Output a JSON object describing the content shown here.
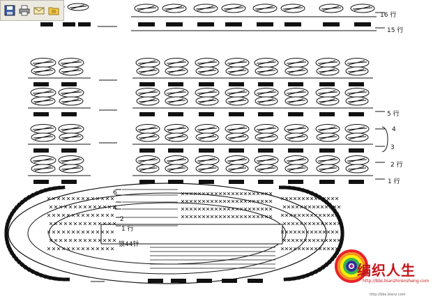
{
  "toolbar": {
    "buttons": [
      {
        "icon": "save-icon"
      },
      {
        "icon": "print-icon"
      },
      {
        "icon": "mail-icon"
      },
      {
        "icon": "folder-icon"
      }
    ]
  },
  "diagram": {
    "right_labels": [
      {
        "text": "16 行",
        "row": 16
      },
      {
        "text": "15 行",
        "row": 15
      },
      {
        "text": "5 行",
        "row": 5
      },
      {
        "text": "4",
        "row": 4
      },
      {
        "text": "3",
        "row": 3
      },
      {
        "text": "2 行",
        "row": 2
      },
      {
        "text": "1 行",
        "row": 1
      }
    ],
    "left_labels": [
      {
        "text": "6",
        "row": 6
      },
      {
        "text": "4",
        "row": 4
      },
      {
        "text": "2",
        "row": 2
      },
      {
        "text": "1 行",
        "row": 1
      }
    ],
    "stitch_count": "锁44针"
  },
  "logo": {
    "text": "编织人生",
    "url": "http://bbs.bianzhirensheng.com",
    "url2": "http://bbs.bianz.com"
  },
  "colors": {
    "ink": "#111111",
    "toolbar_bg": "#eceae0",
    "logo_red": "#c4161c"
  }
}
